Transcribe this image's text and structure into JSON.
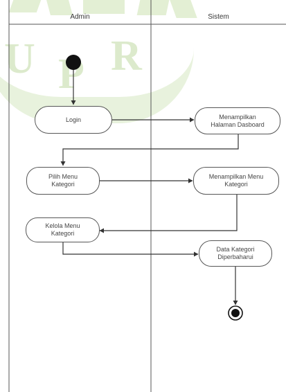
{
  "swimlanes": [
    {
      "label": "Admin"
    },
    {
      "label": "Sistem"
    }
  ],
  "nodes": {
    "login": "Login",
    "show_dashboard": "Menampilkan\nHalaman Dasboard",
    "pick_menu": "Pilih Menu\nKategori",
    "show_menu": "Menampilkan Menu\nKategori",
    "manage_menu": "Kelola Menu\nKategori",
    "data_updated": "Data Kategori\nDiperbaharui"
  },
  "watermark": {
    "letters": [
      "U",
      "P",
      "R"
    ]
  }
}
